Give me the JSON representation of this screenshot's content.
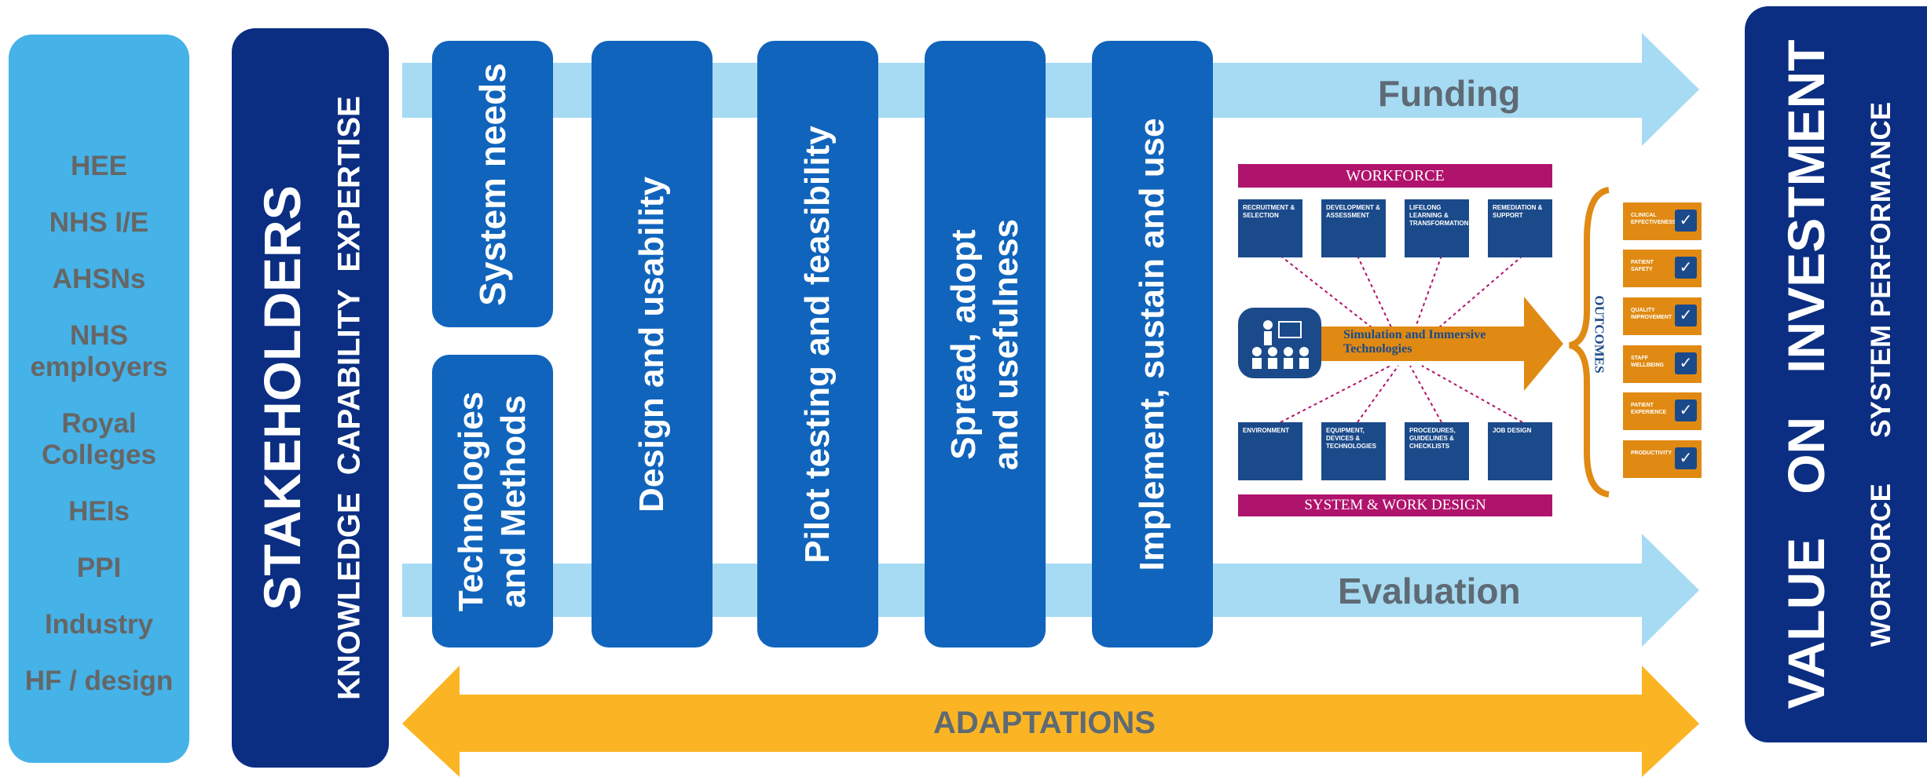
{
  "stakeholders": [
    "HEE",
    "NHS I/E",
    "AHSNs",
    "NHS employers",
    "Royal Colleges",
    "HEIs",
    "PPI",
    "Industry",
    "HF / design"
  ],
  "stakeholders_panel": {
    "title": "STAKEHOLDERS",
    "subtitle": "KNOWLEDGE  CAPABILITY  EXPERTISE"
  },
  "stages": {
    "system_needs": "System needs",
    "technologies_methods": "Technologies and Methods",
    "design_usability": "Design and usability",
    "pilot_testing": "Pilot testing and feasibility",
    "spread_adopt": "Spread, adopt and usefulness",
    "implement": "Implement, sustain and use"
  },
  "arrows": {
    "funding": "Funding",
    "evaluation": "Evaluation",
    "adaptations": "ADAPTATIONS"
  },
  "value_panel": {
    "title": "VALUE   ON   INVESTMENT",
    "subtitle": "WORFORCE      SYSTEM PERFORMANCE"
  },
  "framework": {
    "workforce_header": "WORKFORCE",
    "system_header": "SYSTEM & WORK DESIGN",
    "center_label": "Simulation and Immersive Technologies",
    "outcomes_label": "OUTCOMES",
    "workforce_items": [
      "RECRUITMENT & SELECTION",
      "DEVELOPMENT & ASSESSMENT",
      "LIFELONG LEARNING & TRANSFORMATION",
      "REMEDIATION & SUPPORT"
    ],
    "system_items": [
      "ENVIRONMENT",
      "EQUIPMENT, DEVICES & TECHNOLOGIES",
      "PROCEDURES, GUIDELINES & CHECKLISTS",
      "JOB DESIGN"
    ],
    "outcomes": [
      "CLINICAL EFFECTIVENESS",
      "PATIENT SAFETY",
      "QUALITY IMPROVEMENT",
      "STAFF WELLBEING",
      "PATIENT EXPERIENCE",
      "PRODUCTIVITY"
    ],
    "check_icon": "✓"
  },
  "colors": {
    "light_blue_panel": "#45b2e8",
    "navy": "#0b2e82",
    "column_blue": "#1064bc",
    "arrow_light": "#a6dbf3",
    "arrow_orange": "#fbb524",
    "workforce_magenta": "#b0136c",
    "outcome_orange": "#e08a13"
  }
}
